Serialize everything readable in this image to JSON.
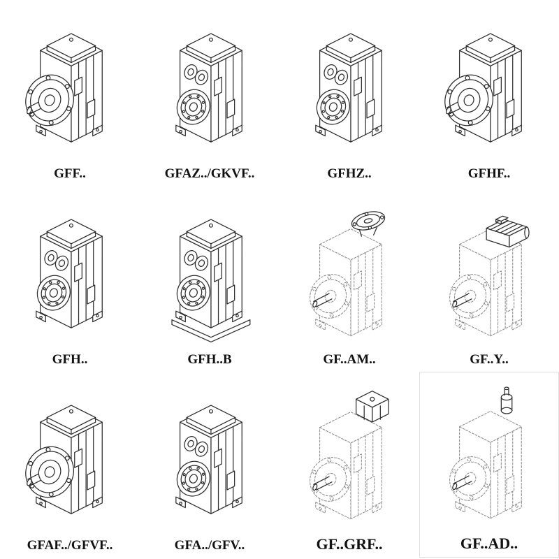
{
  "cells": [
    {
      "label": "GFF..",
      "drawing": "gearbox-output-flange-with-shaft"
    },
    {
      "label": "GFAZ../GKVF..",
      "drawing": "gearbox-hollow-output-shaft"
    },
    {
      "label": "GFHZ..",
      "drawing": "gearbox-hollow-output-shaft"
    },
    {
      "label": "GFHF..",
      "drawing": "gearbox-output-flange-with-shaft"
    },
    {
      "label": "GFH..",
      "drawing": "gearbox-hollow-output-shaft"
    },
    {
      "label": "GFH..B",
      "drawing": "gearbox-hollow-output-shaft-on-base"
    },
    {
      "label": "GF..AM..",
      "drawing": "gearbox-with-motor-adapter-flange-phantom"
    },
    {
      "label": "GF..Y..",
      "drawing": "gearbox-with-mounted-motor-phantom"
    },
    {
      "label": "GFAF../GFVF..",
      "drawing": "gearbox-output-flange-with-shaft"
    },
    {
      "label": "GFA../GFV..",
      "drawing": "gearbox-hollow-output-shaft"
    },
    {
      "label": "GF..GRF..",
      "drawing": "gearbox-with-input-adapter-box-phantom"
    },
    {
      "label": "GF..AD..",
      "drawing": "gearbox-with-input-shaft-adapter-phantom"
    }
  ],
  "colors": {
    "background": "#ffffff",
    "line": "#2e2e2e",
    "phantom_line": "#8e8e8e",
    "label_text": "#111111"
  }
}
